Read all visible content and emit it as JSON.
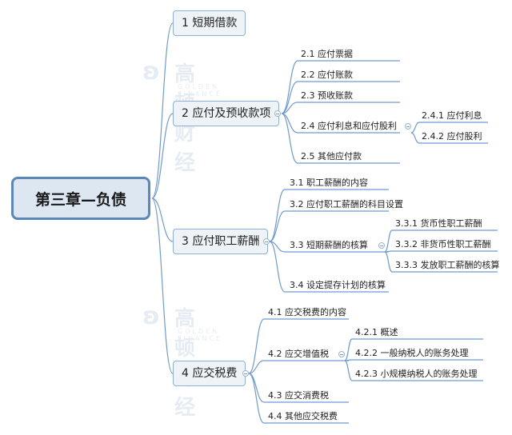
{
  "root": "第三章—负债",
  "branches": [
    {
      "label": "1 短期借款",
      "children": []
    },
    {
      "label": "2 应付及预收款项",
      "children": [
        {
          "label": "2.1  应付票据"
        },
        {
          "label": "2.2  应付账款"
        },
        {
          "label": "2.3  预收账款"
        },
        {
          "label": "2.4  应付利息和应付股利",
          "children": [
            {
              "label": "2.4.1  应付利息"
            },
            {
              "label": "2.4.2  应付股利"
            }
          ]
        },
        {
          "label": "2.5  其他应付款"
        }
      ]
    },
    {
      "label": "3 应付职工薪酬",
      "children": [
        {
          "label": "3.1  职工薪酬的内容"
        },
        {
          "label": "3.2  应付职工薪酬的科目设置"
        },
        {
          "label": "3.3  短期薪酬的核算",
          "children": [
            {
              "label": "3.3.1  货币性职工薪酬"
            },
            {
              "label": "3.3.2  非货币性职工薪酬"
            },
            {
              "label": "3.3.3  发放职工薪酬的核算"
            }
          ]
        },
        {
          "label": "3.4  设定提存计划的核算"
        }
      ]
    },
    {
      "label": "4 应交税费",
      "children": [
        {
          "label": "4.1  应交税费的内容"
        },
        {
          "label": "4.2  应交增值税",
          "children": [
            {
              "label": "4.2.1  概述"
            },
            {
              "label": "4.2.2  一般纳税人的账务处理"
            },
            {
              "label": "4.2.3  小规模纳税人的账务处理"
            }
          ]
        },
        {
          "label": "4.3  应交消费税"
        },
        {
          "label": "4.4  其他应交税费"
        }
      ]
    }
  ],
  "watermark": {
    "cn": "高顿财经",
    "en": "GOLDEN FINANCE"
  },
  "colors": {
    "line": "#6f9bd0",
    "root_border": "#5b87b9",
    "root_fill": "#dde7f2",
    "node_border": "#8fb0d4",
    "node_fill": "#eef3f8"
  }
}
